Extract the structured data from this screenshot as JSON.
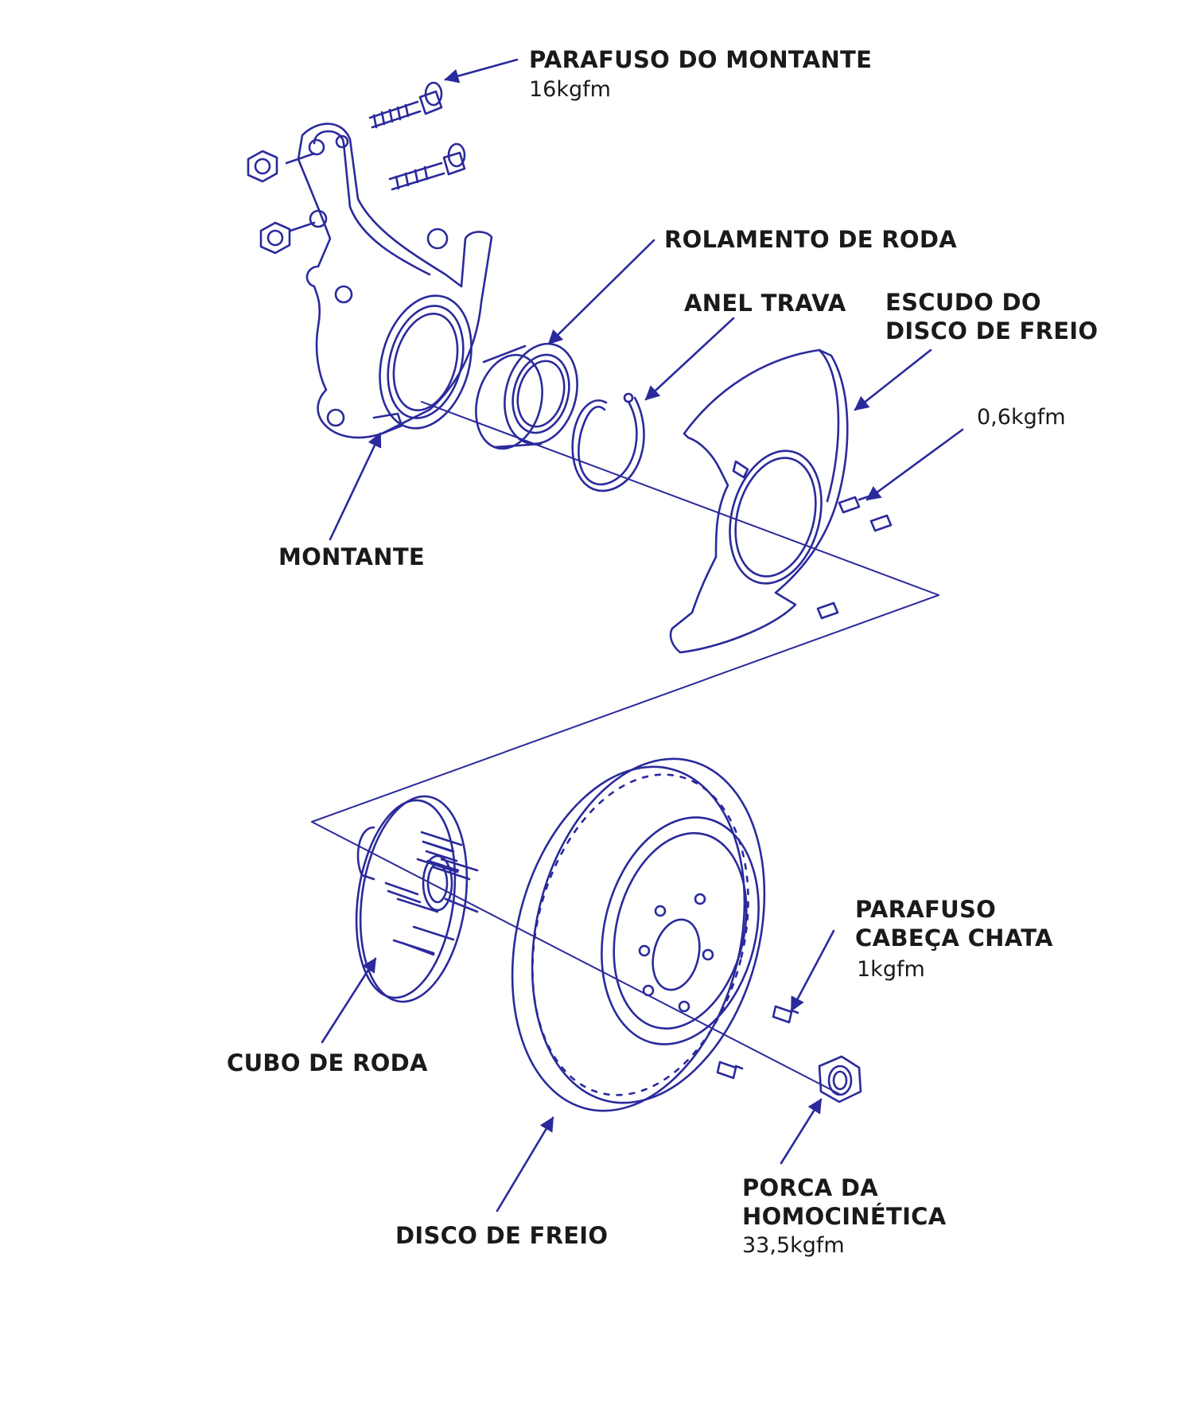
{
  "colors": {
    "ink": "#2a2a9c",
    "text": "#1a1a1a",
    "background": "#ffffff"
  },
  "labels": {
    "parafuso_montante": "PARAFUSO DO MONTANTE",
    "parafuso_montante_torque": "16kgfm",
    "rolamento": "ROLAMENTO DE RODA",
    "anel_trava": "ANEL TRAVA",
    "escudo_line1": "ESCUDO DO",
    "escudo_line2": "DISCO DE FREIO",
    "escudo_torque": "0,6kgfm",
    "montante": "MONTANTE",
    "parafuso_chata_line1": "PARAFUSO",
    "parafuso_chata_line2": "CABEÇA CHATA",
    "parafuso_chata_torque": "1kgfm",
    "cubo": "CUBO DE RODA",
    "disco": "DISCO DE FREIO",
    "porca_line1": "PORCA DA",
    "porca_line2": "HOMOCINÉTICA",
    "porca_torque": "33,5kgfm"
  }
}
